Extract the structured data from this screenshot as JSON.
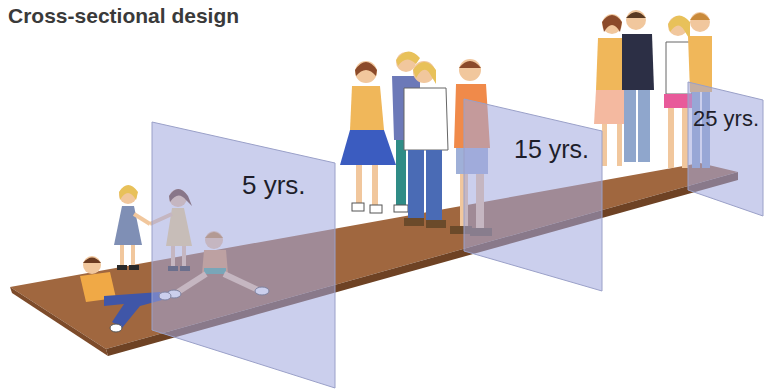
{
  "diagram": {
    "title": "Cross-sectional design",
    "nodes": [
      {
        "text": [
          "5 yrs."
        ]
      },
      {
        "text": [
          "15 yrs."
        ]
      },
      {
        "text": [
          "25 yrs."
        ]
      }
    ]
  }
}
